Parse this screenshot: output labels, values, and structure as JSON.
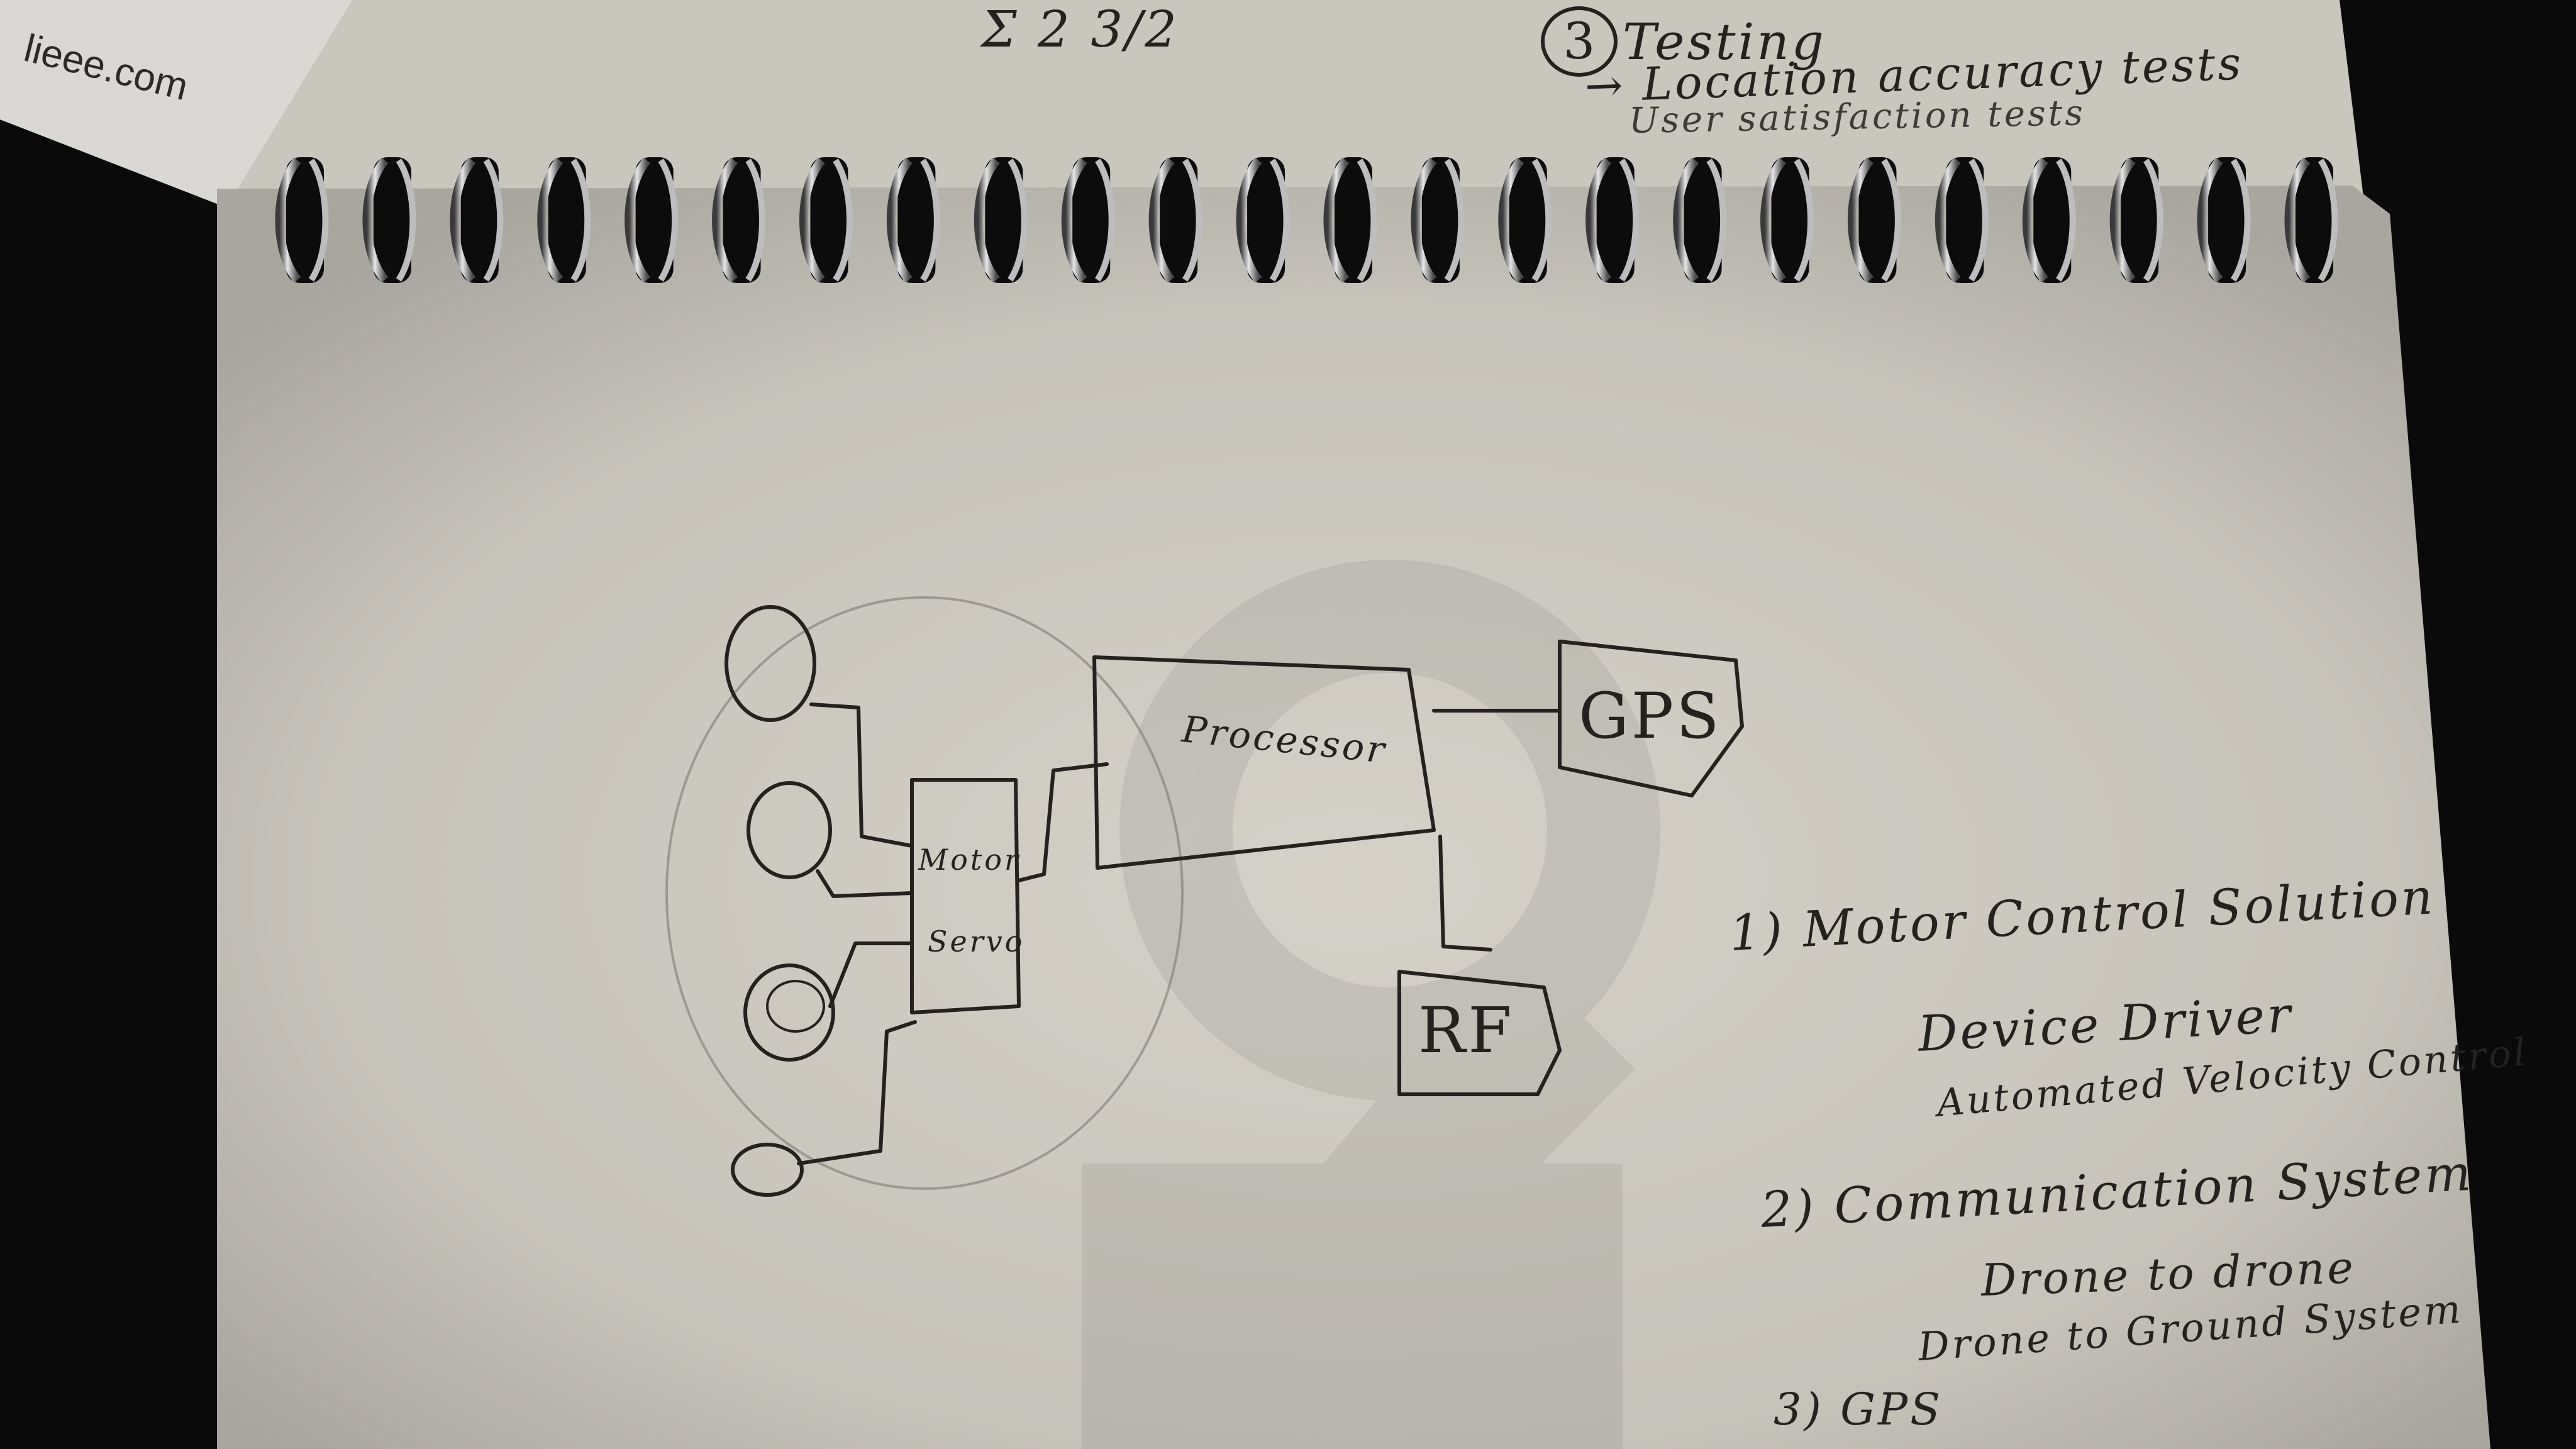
{
  "paper": {
    "label_fragment": "lieee.com"
  },
  "top_notes": {
    "sum_note": "Σ 2 3/2",
    "item_number": "3",
    "testing_title": "Testing",
    "sub_items": [
      "→ Location accuracy tests",
      "User satisfaction tests"
    ]
  },
  "diagram": {
    "processor_label": "Processor",
    "motor_label_line1": "Motor",
    "motor_label_line2": "Servo",
    "gps_label": "GPS",
    "rf_label": "RF"
  },
  "right_notes": {
    "item1": "1) Motor Control Solution",
    "item1_sub1": "Device Driver",
    "item1_sub2": "Automated Velocity Control",
    "item2": "2) Communication System",
    "item2_sub1": "Drone to drone",
    "item2_sub2": "Drone to Ground System",
    "item3": "3) GPS"
  },
  "colors": {
    "paper": "#cfccc4",
    "ink": "#24221f",
    "pencil": "#7d7a74",
    "background": "#0b0a0a",
    "ring": "#9a9a9a"
  }
}
